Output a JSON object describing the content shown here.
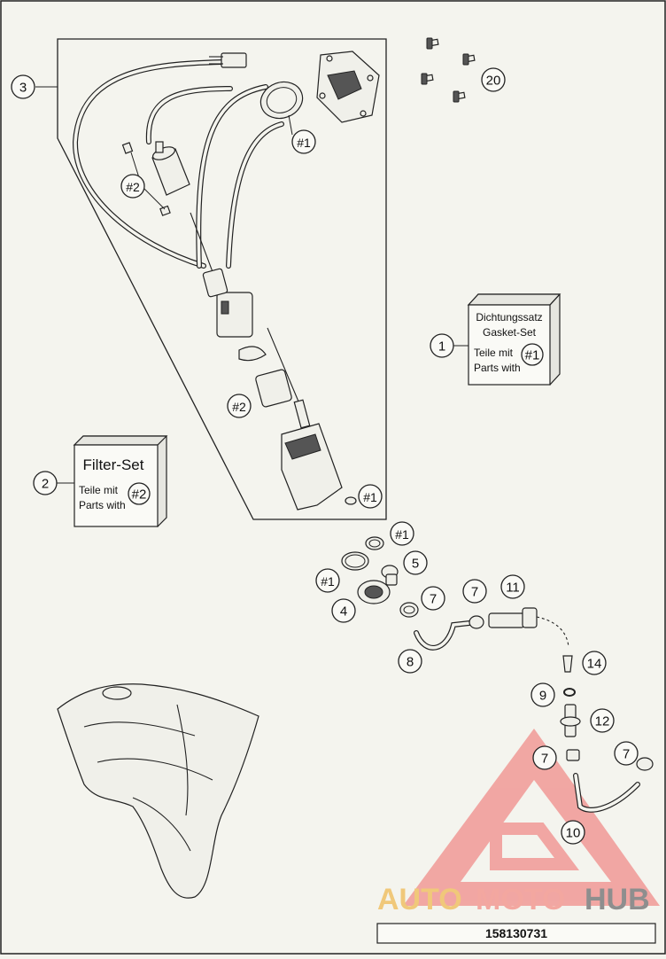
{
  "diagram": {
    "callouts": {
      "c1": "1",
      "c2": "2",
      "c3": "3",
      "c4": "4",
      "c5": "5",
      "c7a": "7",
      "c7b": "7",
      "c7c": "7",
      "c7d": "7",
      "c8": "8",
      "c9": "9",
      "c10": "10",
      "c11": "11",
      "c12": "12",
      "c14": "14",
      "c20": "20",
      "r1a": "#1",
      "r1b": "#1",
      "r1c": "#1",
      "r1d": "#1",
      "r1e": "#1",
      "r2a": "#2",
      "r2b": "#2",
      "r2c": "#2"
    },
    "gasket_set": {
      "title_de": "Dichtungssatz",
      "title_en": "Gasket-Set",
      "parts_de": "Teile mit",
      "parts_en": "Parts with",
      "ref": "#1"
    },
    "filter_set": {
      "title": "Filter-Set",
      "parts_de": "Teile mit",
      "parts_en": "Parts with",
      "ref": "#2"
    },
    "watermark": {
      "part_auto": "AUTO",
      "part_moto": "MOTO",
      "part_hub": "HUB",
      "color_auto": "#f0c87a",
      "color_moto": "#f3a7a0",
      "color_hub": "#8e8e8e",
      "triangle_color": "#f08d8a"
    },
    "drawing_number": "158130731"
  }
}
